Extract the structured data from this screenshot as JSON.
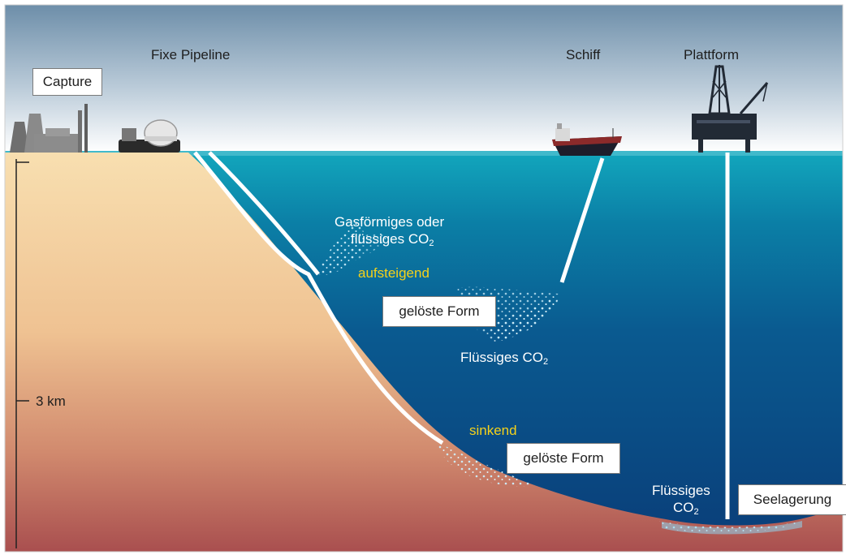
{
  "labels": {
    "capture": "Capture",
    "fixe_pipeline": "Fixe Pipeline",
    "schiff": "Schiff",
    "plattform": "Plattform",
    "gas_line1": "Gasförmiges oder",
    "gas_line2": "flüssiges CO",
    "sub2": "2",
    "aufsteigend": "aufsteigend",
    "geloeste_form": "gelöste Form",
    "fluessiges_co2": "Flüssiges CO",
    "sinkend": "sinkend",
    "fluessiges_word": "Flüssiges",
    "co": "CO",
    "seelagerung": "Seelagerung",
    "depth": "3 km"
  },
  "colors": {
    "sky_top": "#6d8ea9",
    "sky_bottom": "#ffffff",
    "sea_surface": "#10a0b8",
    "sea_deep": "#0a3f7a",
    "ground_top": "#f7dcab",
    "ground_bottom": "#a94f4f",
    "accent_yellow": "#f5d21a"
  }
}
